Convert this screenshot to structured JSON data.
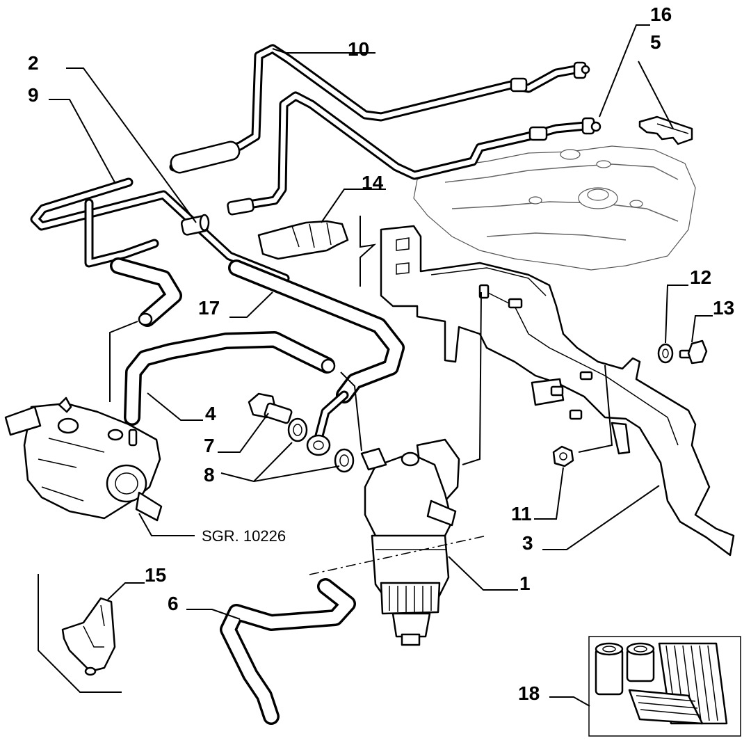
{
  "diagram": {
    "callouts": [
      {
        "id": "c1",
        "label": "1"
      },
      {
        "id": "c2",
        "label": "2"
      },
      {
        "id": "c3",
        "label": "3"
      },
      {
        "id": "c4",
        "label": "4"
      },
      {
        "id": "c5",
        "label": "5"
      },
      {
        "id": "c6",
        "label": "6"
      },
      {
        "id": "c7",
        "label": "7"
      },
      {
        "id": "c8",
        "label": "8"
      },
      {
        "id": "c9",
        "label": "9"
      },
      {
        "id": "c10",
        "label": "10"
      },
      {
        "id": "c11",
        "label": "11"
      },
      {
        "id": "c12",
        "label": "12"
      },
      {
        "id": "c13",
        "label": "13"
      },
      {
        "id": "c14",
        "label": "14"
      },
      {
        "id": "c15",
        "label": "15"
      },
      {
        "id": "c16",
        "label": "16"
      },
      {
        "id": "c17",
        "label": "17"
      },
      {
        "id": "c18",
        "label": "18"
      }
    ],
    "reference_label": "SGR. 10226",
    "colors": {
      "line": "#000000",
      "background": "#ffffff",
      "tank": "#555555"
    }
  }
}
